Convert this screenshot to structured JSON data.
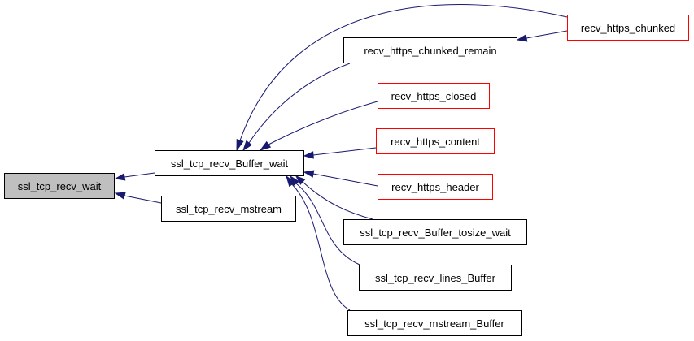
{
  "diagram": {
    "nodes": [
      {
        "id": "ssl_tcp_recv_wait",
        "label": "ssl_tcp_recv_wait",
        "style": "root"
      },
      {
        "id": "ssl_tcp_recv_Buffer_wait",
        "label": "ssl_tcp_recv_Buffer_wait",
        "style": "plain"
      },
      {
        "id": "ssl_tcp_recv_mstream",
        "label": "ssl_tcp_recv_mstream",
        "style": "plain"
      },
      {
        "id": "recv_https_chunked",
        "label": "recv_https_chunked",
        "style": "red"
      },
      {
        "id": "recv_https_chunked_remain",
        "label": "recv_https_chunked_remain",
        "style": "plain"
      },
      {
        "id": "recv_https_closed",
        "label": "recv_https_closed",
        "style": "red"
      },
      {
        "id": "recv_https_content",
        "label": "recv_https_content",
        "style": "red"
      },
      {
        "id": "recv_https_header",
        "label": "recv_https_header",
        "style": "red"
      },
      {
        "id": "ssl_tcp_recv_Buffer_tosize_wait",
        "label": "ssl_tcp_recv_Buffer_tosize_wait",
        "style": "plain"
      },
      {
        "id": "ssl_tcp_recv_lines_Buffer",
        "label": "ssl_tcp_recv_lines_Buffer",
        "style": "plain"
      },
      {
        "id": "ssl_tcp_recv_mstream_Buffer",
        "label": "ssl_tcp_recv_mstream_Buffer",
        "style": "plain"
      }
    ],
    "edges": [
      {
        "from": "ssl_tcp_recv_Buffer_wait",
        "to": "ssl_tcp_recv_wait"
      },
      {
        "from": "ssl_tcp_recv_mstream",
        "to": "ssl_tcp_recv_wait"
      },
      {
        "from": "recv_https_chunked",
        "to": "ssl_tcp_recv_Buffer_wait"
      },
      {
        "from": "recv_https_chunked_remain",
        "to": "ssl_tcp_recv_Buffer_wait"
      },
      {
        "from": "recv_https_closed",
        "to": "ssl_tcp_recv_Buffer_wait"
      },
      {
        "from": "recv_https_content",
        "to": "ssl_tcp_recv_Buffer_wait"
      },
      {
        "from": "recv_https_header",
        "to": "ssl_tcp_recv_Buffer_wait"
      },
      {
        "from": "ssl_tcp_recv_Buffer_tosize_wait",
        "to": "ssl_tcp_recv_Buffer_wait"
      },
      {
        "from": "ssl_tcp_recv_lines_Buffer",
        "to": "ssl_tcp_recv_Buffer_wait"
      },
      {
        "from": "ssl_tcp_recv_mstream_Buffer",
        "to": "ssl_tcp_recv_Buffer_wait"
      },
      {
        "from": "recv_https_chunked",
        "to": "recv_https_chunked_remain"
      }
    ],
    "colors": {
      "edge": "#191970",
      "root_fill": "#bfbfbf",
      "red_border": "#ff0000",
      "default_border": "#000000"
    }
  }
}
